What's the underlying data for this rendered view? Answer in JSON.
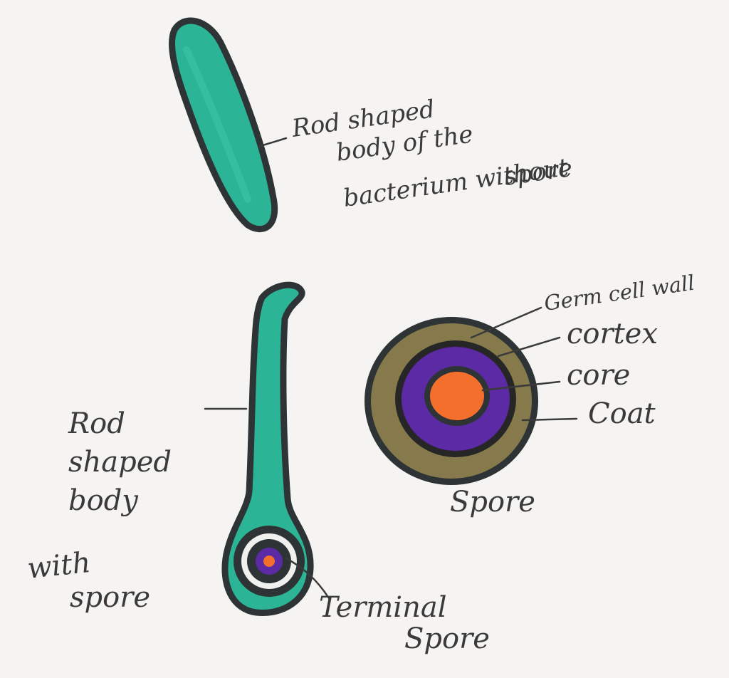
{
  "colors": {
    "background": "#f5f4f2",
    "outline": "#2e3436",
    "rod_fill": "#2bb596",
    "coat_fill": "#867a4c",
    "cortex_fill": "#5d2aa6",
    "core_fill": "#f56f2c",
    "germ_cell_wall": "#262626"
  },
  "labels": {
    "rod_without_spore": [
      "Rod shaped",
      "body of the",
      "bacterium without",
      "spore"
    ],
    "rod_with_spore": [
      "Rod",
      "shaped",
      "body",
      "with",
      "spore"
    ],
    "terminal_spore": [
      "Terminal",
      "Spore"
    ],
    "germ_cell_wall": "Germ cell wall",
    "cortex": "cortex",
    "core": "core",
    "coat": "Coat",
    "spore_title": "Spore"
  }
}
